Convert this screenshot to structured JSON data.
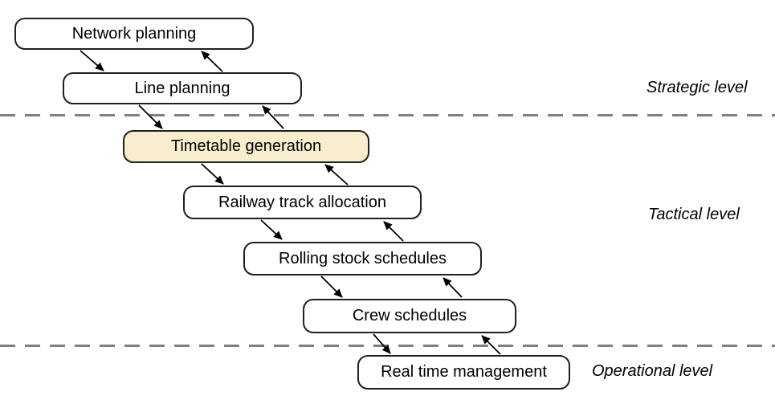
{
  "nodes": [
    {
      "id": "network-planning",
      "label": "Network planning",
      "highlighted": false
    },
    {
      "id": "line-planning",
      "label": "Line planning",
      "highlighted": false
    },
    {
      "id": "timetable-generation",
      "label": "Timetable generation",
      "highlighted": true
    },
    {
      "id": "railway-track-allocation",
      "label": "Railway track allocation",
      "highlighted": false
    },
    {
      "id": "rolling-stock-schedules",
      "label": "Rolling stock schedules",
      "highlighted": false
    },
    {
      "id": "crew-schedules",
      "label": "Crew schedules",
      "highlighted": false
    },
    {
      "id": "real-time-management",
      "label": "Real time management",
      "highlighted": false
    }
  ],
  "levels": [
    {
      "id": "strategic",
      "label": "Strategic level"
    },
    {
      "id": "tactical",
      "label": "Tactical level"
    },
    {
      "id": "operational",
      "label": "Operational level"
    }
  ],
  "edges": [
    {
      "from": "network-planning",
      "to": "line-planning",
      "type": "bidirectional"
    },
    {
      "from": "line-planning",
      "to": "timetable-generation",
      "type": "bidirectional"
    },
    {
      "from": "timetable-generation",
      "to": "railway-track-allocation",
      "type": "bidirectional"
    },
    {
      "from": "railway-track-allocation",
      "to": "rolling-stock-schedules",
      "type": "bidirectional"
    },
    {
      "from": "rolling-stock-schedules",
      "to": "crew-schedules",
      "type": "bidirectional"
    },
    {
      "from": "crew-schedules",
      "to": "real-time-management",
      "type": "bidirectional"
    }
  ],
  "colors": {
    "node_fill": "#ffffff",
    "highlight_fill": "#f8eecd",
    "node_border": "#1f1f1f",
    "arrow": "#000000",
    "divider": "#7f7f7f",
    "text": "#000000"
  }
}
